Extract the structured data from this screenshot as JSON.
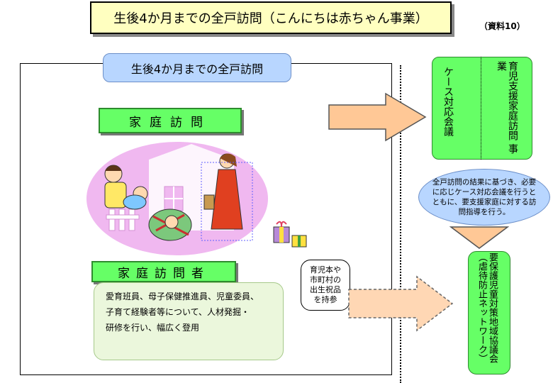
{
  "header": {
    "title": "生後4か月までの全戸訪問（こんにちは赤ちゃん事業）",
    "doc_ref": "（資料10）"
  },
  "main": {
    "tab_label": "生後4か月までの全戸訪問",
    "home_visit_label": "家庭訪問",
    "visitor_label": "家庭訪問者",
    "visitor_desc": [
      "愛育班員、母子保健推進員、児童委員、",
      "子育て経験者等について、人材発掘・",
      "研修を行い、幅広く登用"
    ],
    "gift_bubble": [
      "育児本や",
      "市町村の",
      "出生祝品",
      "を持参"
    ]
  },
  "right": {
    "case_meeting": "ケース対応会議",
    "support_visit": [
      "育児支援家庭訪問",
      "事業"
    ],
    "info_text": "全戸訪問の結果に基づき、必要に応じケース対応会議を行うとともに、要支援家庭に対する訪問指導を行う。",
    "council": [
      "要保護児童対策地域協議会",
      "（虐待防止ネットワーク）"
    ]
  },
  "colors": {
    "title_bg": "#ffffc0",
    "tab_blue": "#b8d6ff",
    "green": "#66ff66",
    "arrow_fill": "#ffc896",
    "desc_bg": "#ebf7dc"
  }
}
